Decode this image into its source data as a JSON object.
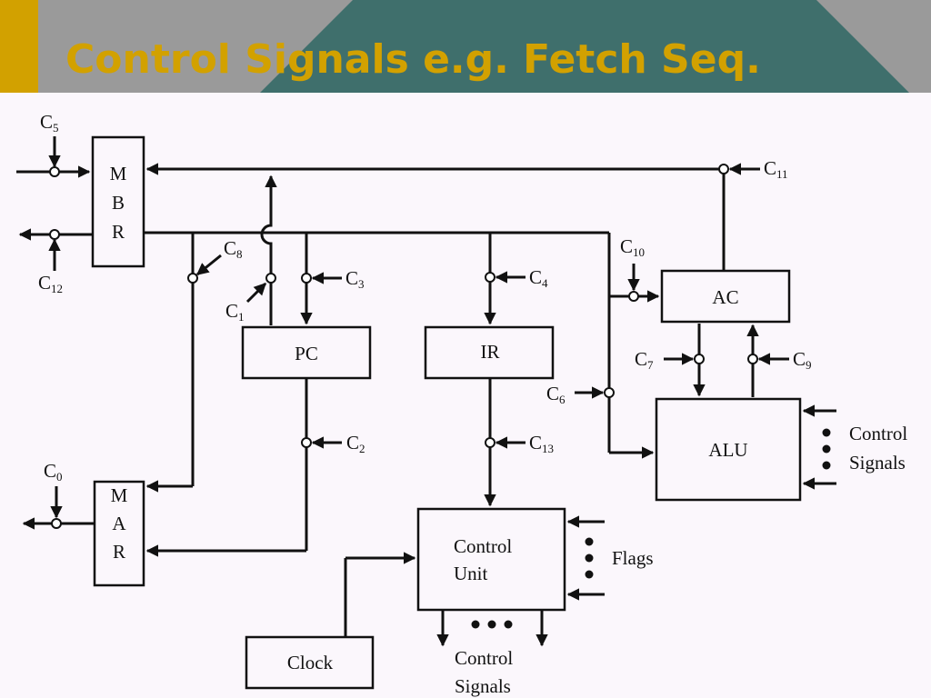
{
  "slide": {
    "title": "Control Signals e.g. Fetch Seq.",
    "colors": {
      "background": "#3f6f6c",
      "accent_stripe": "#d2a100",
      "gray_band": "#9a9a9a",
      "title_text": "#d2a100",
      "diagram_background": "#fbf7fc"
    }
  },
  "diagram": {
    "blocks": {
      "mbr": {
        "lines": [
          "M",
          "B",
          "R"
        ]
      },
      "mar": {
        "lines": [
          "M",
          "A",
          "R"
        ]
      },
      "pc": {
        "label": "PC"
      },
      "ir": {
        "label": "IR"
      },
      "ac": {
        "label": "AC"
      },
      "alu": {
        "label": "ALU"
      },
      "control_unit": {
        "lines": [
          "Control",
          "Unit"
        ]
      },
      "clock": {
        "label": "Clock"
      }
    },
    "signals": {
      "c0": {
        "letter": "C",
        "sub": "0"
      },
      "c1": {
        "letter": "C",
        "sub": "1"
      },
      "c2": {
        "letter": "C",
        "sub": "2"
      },
      "c3": {
        "letter": "C",
        "sub": "3"
      },
      "c4": {
        "letter": "C",
        "sub": "4"
      },
      "c5": {
        "letter": "C",
        "sub": "5"
      },
      "c6": {
        "letter": "C",
        "sub": "6"
      },
      "c7": {
        "letter": "C",
        "sub": "7"
      },
      "c8": {
        "letter": "C",
        "sub": "8"
      },
      "c9": {
        "letter": "C",
        "sub": "9"
      },
      "c10": {
        "letter": "C",
        "sub": "10"
      },
      "c11": {
        "letter": "C",
        "sub": "11"
      },
      "c12": {
        "letter": "C",
        "sub": "12"
      },
      "c13": {
        "letter": "C",
        "sub": "13"
      }
    },
    "labels": {
      "alu_control_signals": [
        "Control",
        "Signals"
      ],
      "flags": "Flags",
      "cu_control_signals": [
        "Control",
        "Signals"
      ]
    }
  }
}
